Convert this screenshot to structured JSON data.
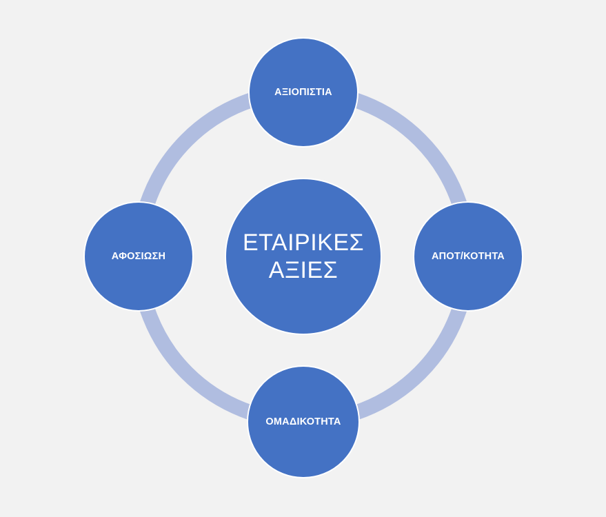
{
  "diagram": {
    "type": "radial-cycle",
    "colors": {
      "background": "#f2f2f2",
      "node_fill": "#4472c4",
      "node_border": "#ffffff",
      "ring": "#b0bde0",
      "text": "#ffffff"
    },
    "center": {
      "line1": "ΕΤΑΙΡΙΚΕΣ",
      "line2": "ΑΞΙΕΣ"
    },
    "nodes": [
      {
        "position": "top",
        "label": "ΑΞΙΟΠΙΣΤΙΑ"
      },
      {
        "position": "right",
        "label": "ΑΠΟΤ/ΚΟΤΗΤΑ"
      },
      {
        "position": "bottom",
        "label": "ΟΜΑΔΙΚΟΤΗΤΑ"
      },
      {
        "position": "left",
        "label": "ΑΦΟΣΙΩΣΗ"
      }
    ]
  }
}
